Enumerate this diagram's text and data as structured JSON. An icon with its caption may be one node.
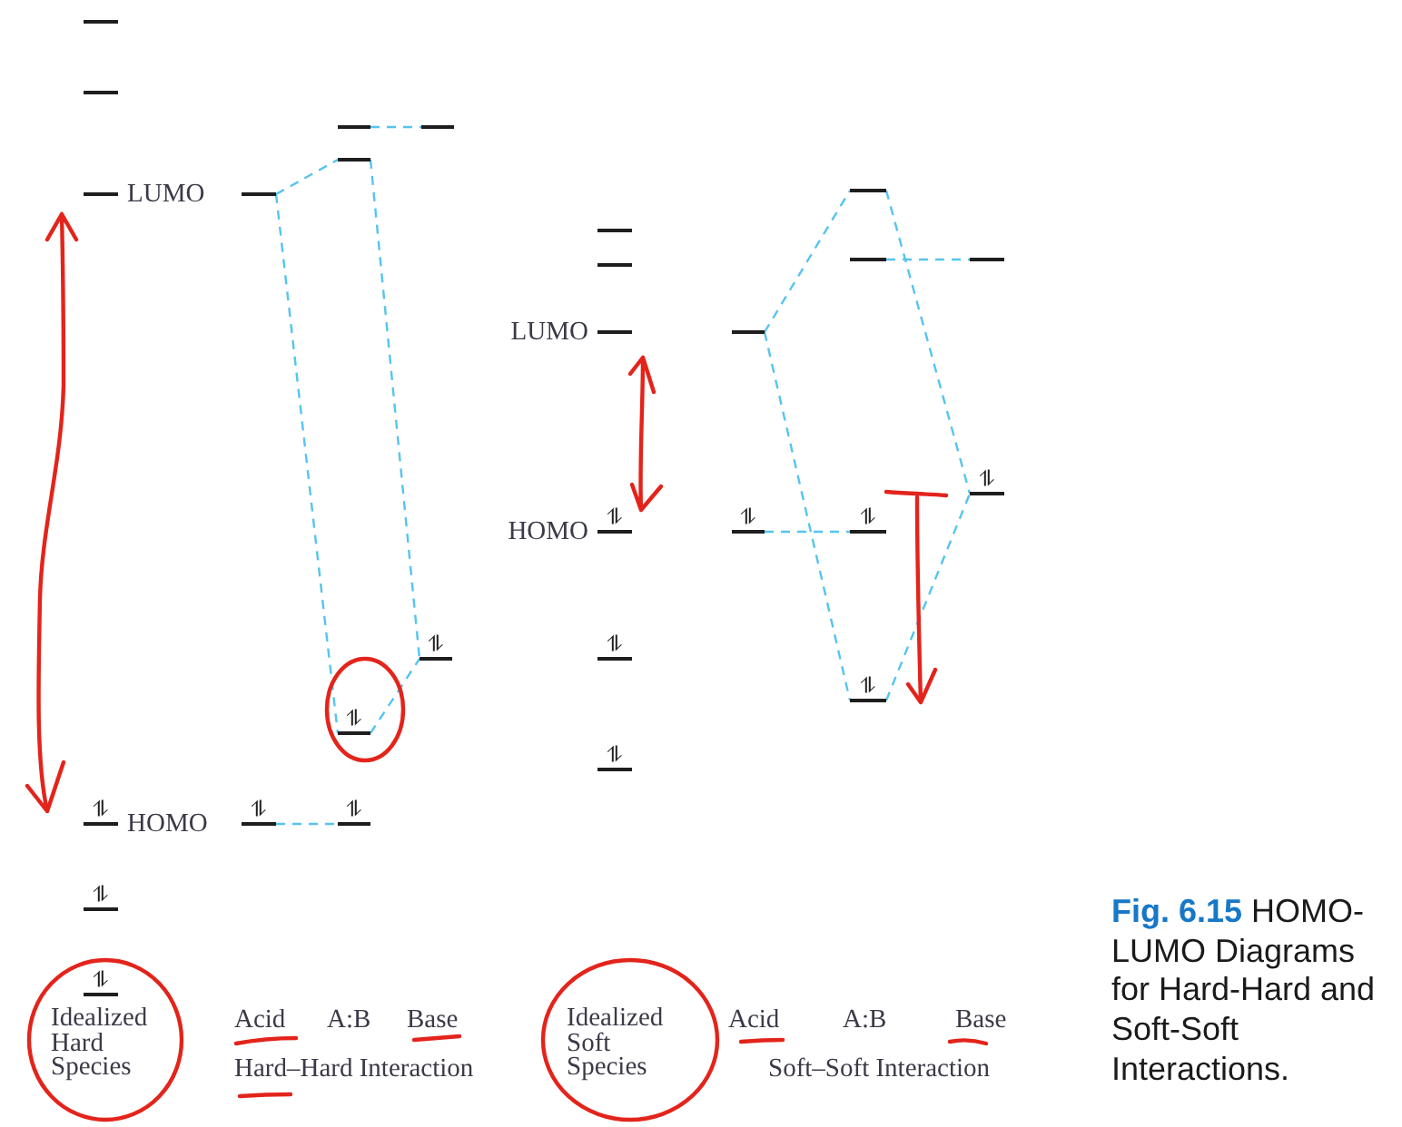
{
  "diagram": {
    "caption": "**Fig. 6.15** HOMO-LUMO Diagrams for Hard-Hard and Soft-Soft Interactions.",
    "nodes": [
      {
        "text": [],
        "shape": "bar"
      },
      {
        "text": [],
        "shape": "bar"
      },
      {
        "text": [],
        "shape": "bar",
        "beside": [
          "LUMO"
        ]
      },
      {
        "text": [
          "⥮"
        ],
        "beside": [
          "HOMO"
        ]
      },
      {
        "text": [
          "⥮"
        ]
      },
      {
        "text": [
          "⥮"
        ]
      },
      {
        "text": [],
        "shape": "bar"
      },
      {
        "text": [
          "⥮"
        ]
      },
      {
        "text": [],
        "shape": "bar"
      },
      {
        "text": [],
        "shape": "bar"
      },
      {
        "text": [
          "⥮"
        ]
      },
      {
        "text": [
          "⥮"
        ]
      },
      {
        "text": [],
        "shape": "bar"
      },
      {
        "text": [
          "⥮"
        ]
      },
      {
        "text": [],
        "shape": "bar"
      },
      {
        "text": [],
        "shape": "bar"
      },
      {
        "text": [],
        "shape": "bar",
        "beside": [
          "LUMO"
        ]
      },
      {
        "text": [
          "⥮"
        ],
        "beside": [
          "HOMO"
        ]
      },
      {
        "text": [
          "⥮"
        ]
      },
      {
        "text": [
          "⥮"
        ]
      },
      {
        "text": [],
        "shape": "bar"
      },
      {
        "text": [
          "⥮"
        ]
      },
      {
        "text": [],
        "shape": "bar"
      },
      {
        "text": [],
        "shape": "bar"
      },
      {
        "text": [
          "⥮"
        ]
      },
      {
        "text": [
          "⥮"
        ]
      },
      {
        "text": [],
        "shape": "bar"
      },
      {
        "text": [
          "⥮"
        ]
      }
    ],
    "edges": [
      {
        "from": 6,
        "to": 9,
        "arrow": "none",
        "style": "dashed"
      },
      {
        "from": 6,
        "to": 10,
        "arrow": "none",
        "style": "dashed"
      },
      {
        "from": 9,
        "to": 13,
        "arrow": "none",
        "style": "dashed"
      },
      {
        "from": 10,
        "to": 13,
        "arrow": "none",
        "style": "dashed"
      },
      {
        "from": 8,
        "to": 12,
        "arrow": "none",
        "style": "dashed"
      },
      {
        "from": 7,
        "to": 11,
        "arrow": "none",
        "style": "dashed"
      },
      {
        "from": 20,
        "to": 22,
        "arrow": "none",
        "style": "dashed"
      },
      {
        "from": 20,
        "to": 25,
        "arrow": "none",
        "style": "dashed"
      },
      {
        "from": 22,
        "to": 27,
        "arrow": "none",
        "style": "dashed"
      },
      {
        "from": 25,
        "to": 27,
        "arrow": "none",
        "style": "dashed"
      },
      {
        "from": 23,
        "to": 26,
        "arrow": "none",
        "style": "dashed"
      },
      {
        "from": 21,
        "to": 24,
        "arrow": "none",
        "style": "dashed"
      }
    ],
    "labels": [
      "Idealized Hard Species",
      "Acid",
      "A:B",
      "Base",
      "Hard–Hard Interaction",
      "Idealized Soft Species",
      "Acid",
      "A:B",
      "Base",
      "Soft–Soft Interaction"
    ]
  }
}
